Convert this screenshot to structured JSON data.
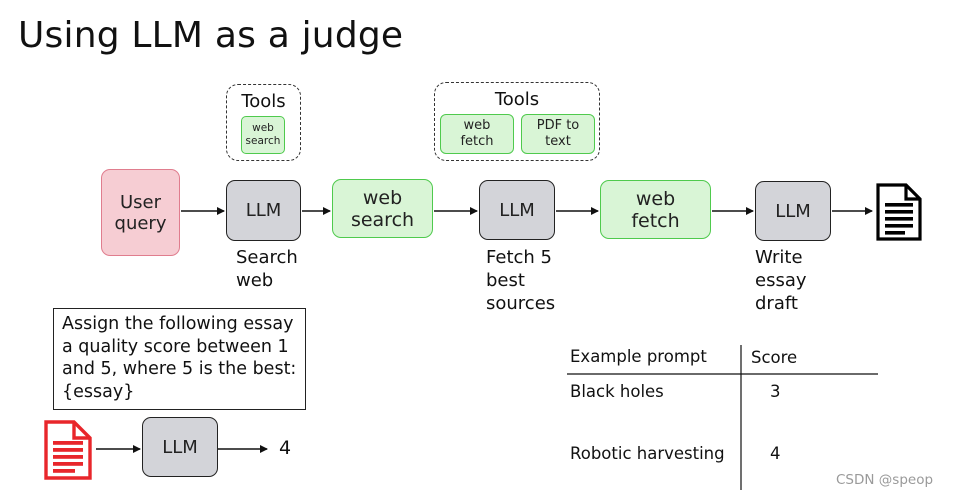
{
  "title": "Using LLM as a judge",
  "pipeline": {
    "user_query": "User\nquery",
    "llm_label": "LLM",
    "web_search": "web\nsearch",
    "web_fetch": "web\nfetch",
    "tools_label": "Tools",
    "tools_1": [
      "web\nsearch"
    ],
    "tools_2": [
      "web\nfetch",
      "PDF to\ntext"
    ],
    "steps": [
      "Search\nweb",
      "Fetch 5\nbest\nsources",
      "Write\nessay\ndraft"
    ]
  },
  "judge": {
    "prompt": "Assign the following essay a quality score between 1 and 5, where 5 is the best: {essay}",
    "llm_label": "LLM",
    "output": "4"
  },
  "table": {
    "headers": [
      "Example prompt",
      "Score"
    ],
    "rows": [
      {
        "prompt": "Black holes",
        "score": "3"
      },
      {
        "prompt": "Robotic harvesting",
        "score": "4"
      }
    ]
  },
  "watermark": "CSDN @speop",
  "colors": {
    "user_query_fill": "#f6cdd3",
    "llm_fill": "#d3d4d9",
    "tool_fill": "#d9f5d6",
    "tool_border": "#4fca4d",
    "document_icon_red": "#e8262b"
  }
}
